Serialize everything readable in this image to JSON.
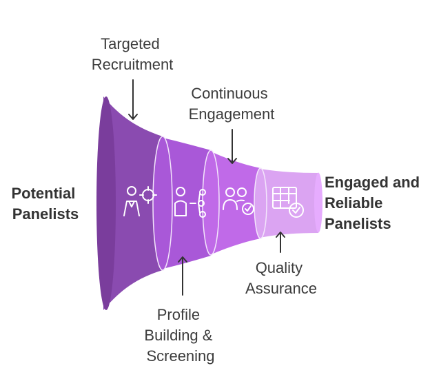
{
  "funnel": {
    "input_label": [
      "Potential",
      "Panelists"
    ],
    "output_label": [
      "Engaged and",
      "Reliable",
      "Panelists"
    ],
    "stages": [
      {
        "label": [
          "Targeted",
          "Recruitment"
        ],
        "icon": "recruit-target-icon",
        "color": "#8a4bb0"
      },
      {
        "label": [
          "Profile",
          "Building &",
          "Screening"
        ],
        "icon": "profile-network-icon",
        "color": "#a958d8"
      },
      {
        "label": [
          "Continuous",
          "Engagement"
        ],
        "icon": "users-check-icon",
        "color": "#c06ae8"
      },
      {
        "label": [
          "Quality",
          "Assurance"
        ],
        "icon": "table-check-icon",
        "color": "#dba4f2"
      }
    ],
    "mouth_color": "#7a3d9c"
  }
}
